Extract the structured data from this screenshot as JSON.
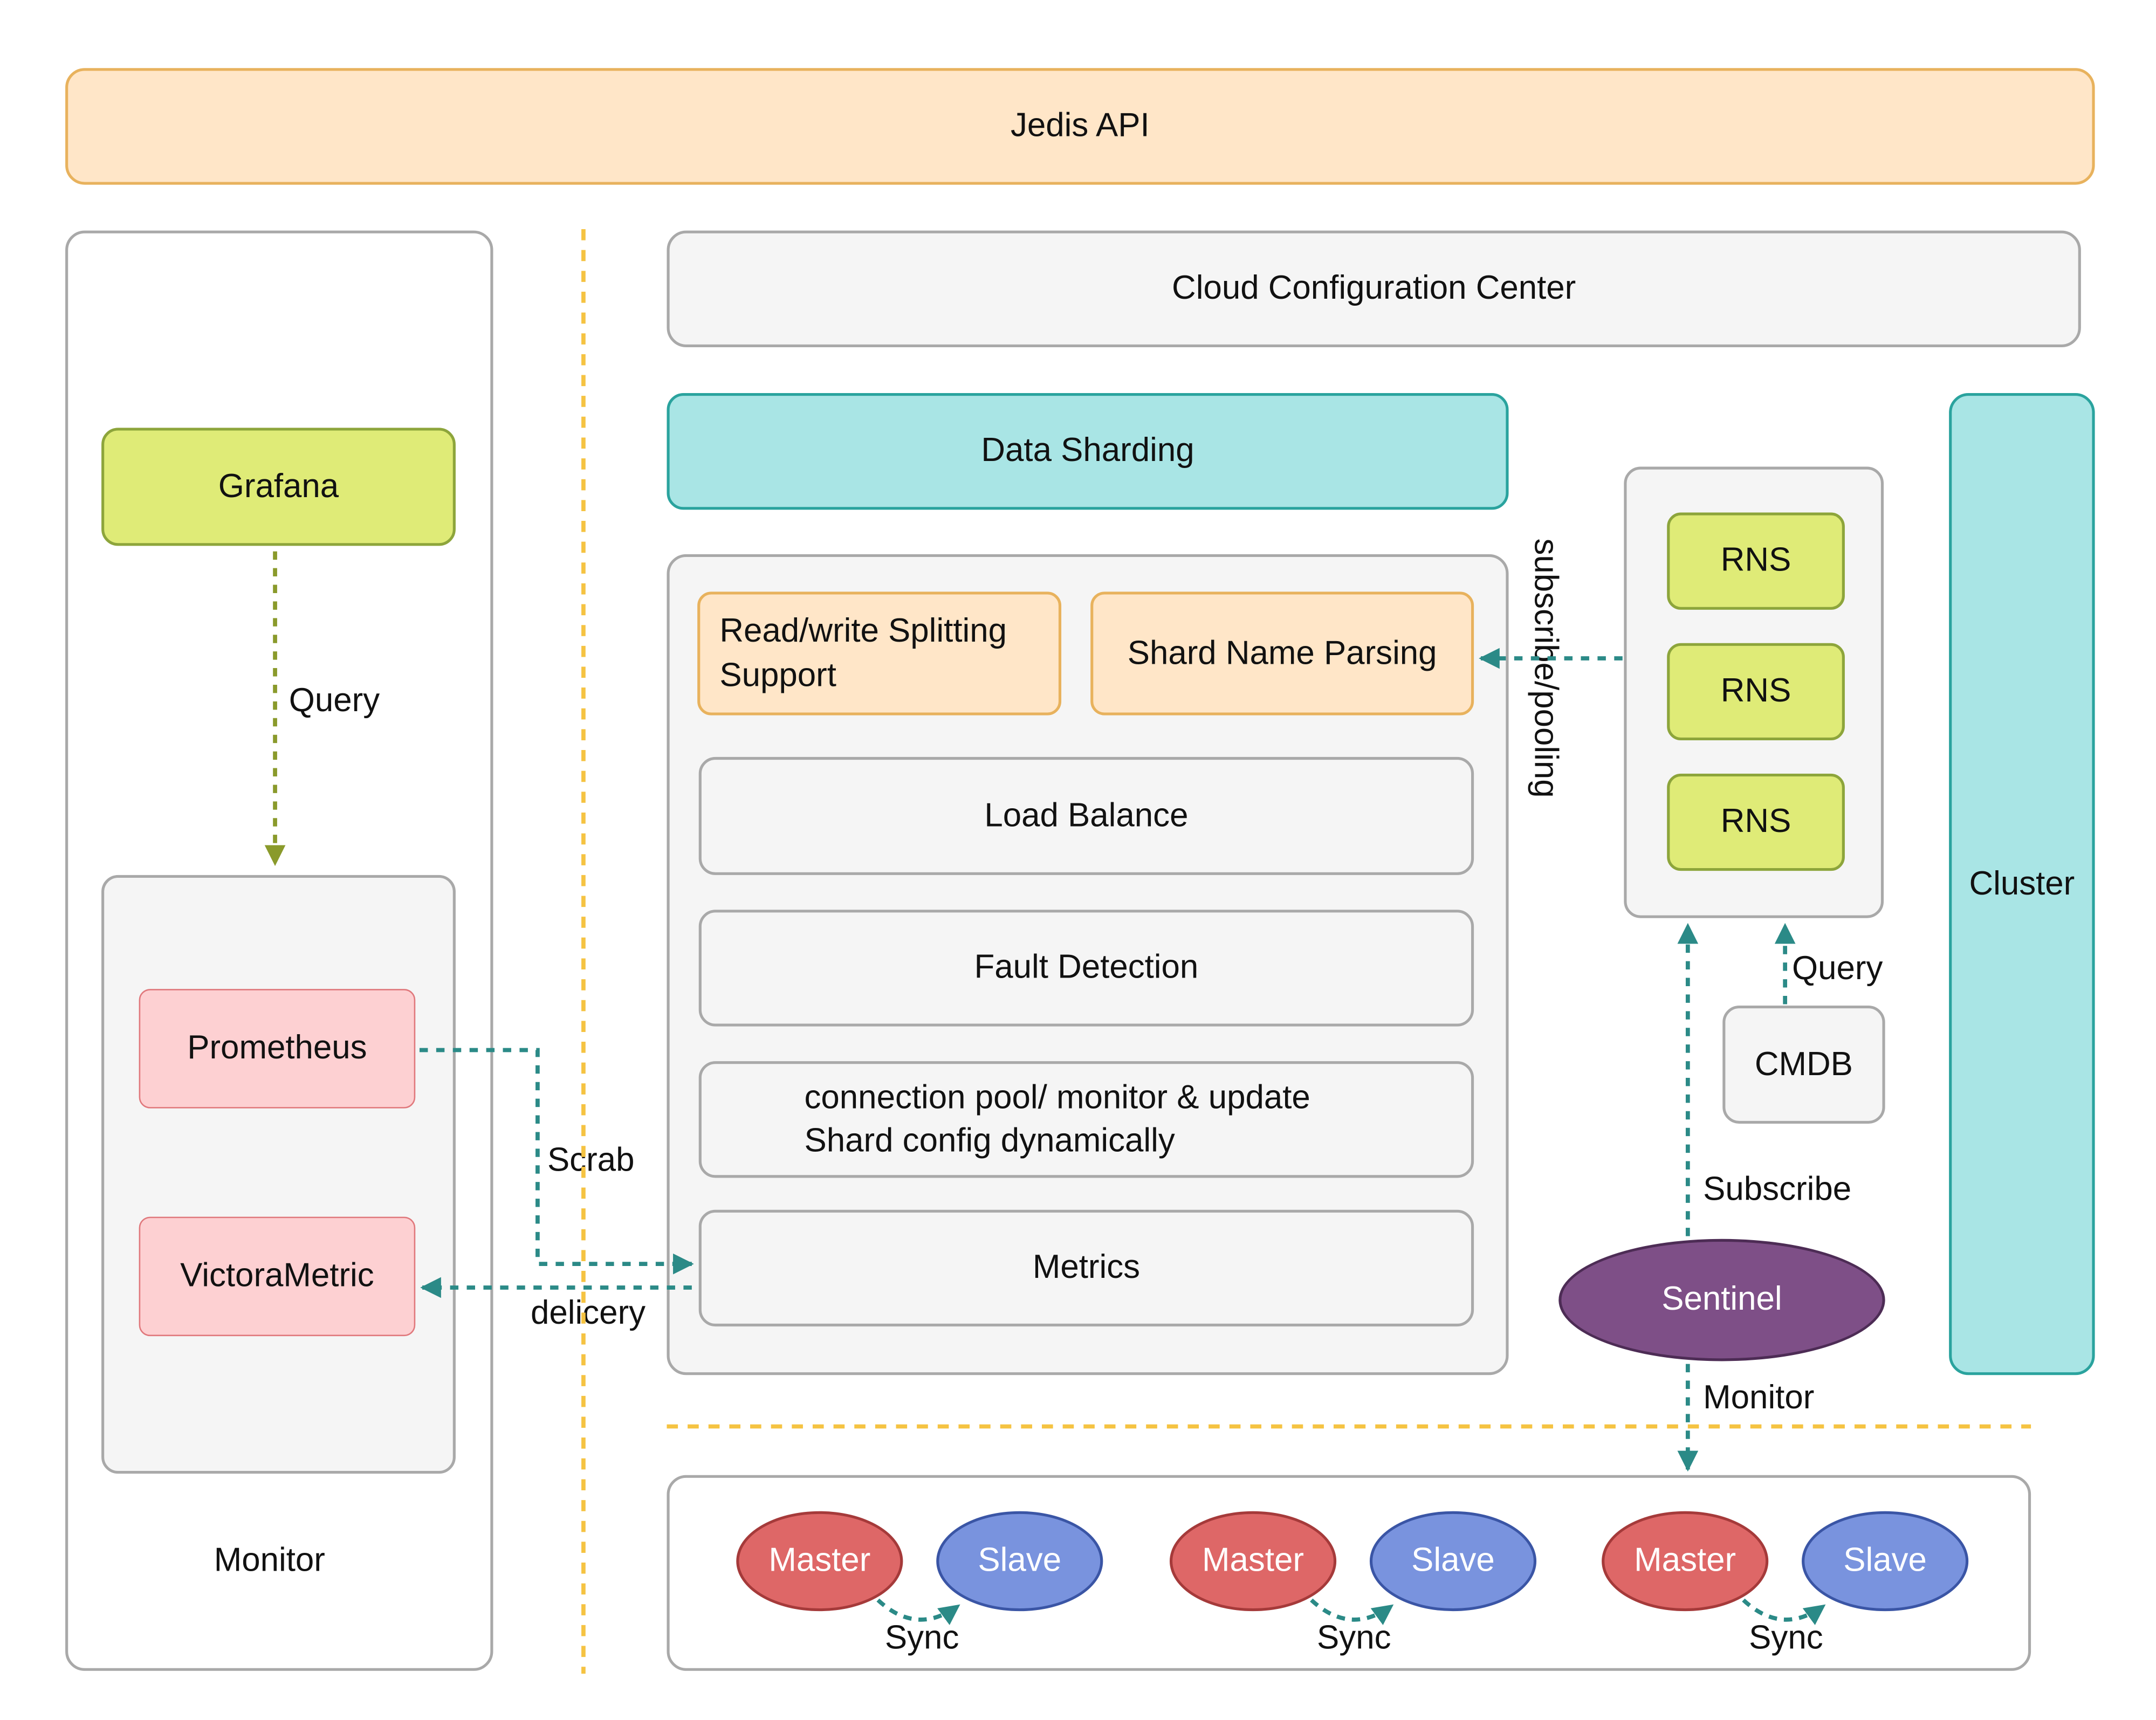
{
  "top": {
    "jedis_api": "Jedis API"
  },
  "monitor": {
    "label": "Monitor",
    "grafana": "Grafana",
    "query_label": "Query",
    "prometheus": "Prometheus",
    "victoria": "VictoraMetric"
  },
  "main": {
    "config_center": "Cloud Configuration Center",
    "data_sharding": "Data Sharding",
    "rw_splitting_line1": "Read/write Splitting",
    "rw_splitting_line2": "Support",
    "shard_name_parsing": "Shard Name Parsing",
    "load_balance": "Load Balance",
    "fault_detection": "Fault Detection",
    "pool_line1": "connection pool/ monitor & update",
    "pool_line2": "Shard config dynamically",
    "metrics": "Metrics",
    "scrab_label": "Scrab",
    "delivery_label": "delicery"
  },
  "right": {
    "rns": [
      "RNS",
      "RNS",
      "RNS"
    ],
    "subscribe_pooling": "subscribe/pooling",
    "cmdb": "CMDB",
    "query_label": "Query",
    "subscribe_label": "Subscribe",
    "sentinel": "Sentinel",
    "monitor_label": "Monitor",
    "cluster": "Cluster"
  },
  "bottom": {
    "groups": [
      {
        "master": "Master",
        "slave": "Slave",
        "sync": "Sync"
      },
      {
        "master": "Master",
        "slave": "Slave",
        "sync": "Sync"
      },
      {
        "master": "Master",
        "slave": "Slave",
        "sync": "Sync"
      }
    ]
  },
  "colors": {
    "teal_arrow": "#2b8a87",
    "olive_arrow": "#8a9a2b",
    "divider": "#f5c342",
    "sentinel": "#7e4f87",
    "master": "#de6767",
    "slave": "#7993de"
  }
}
